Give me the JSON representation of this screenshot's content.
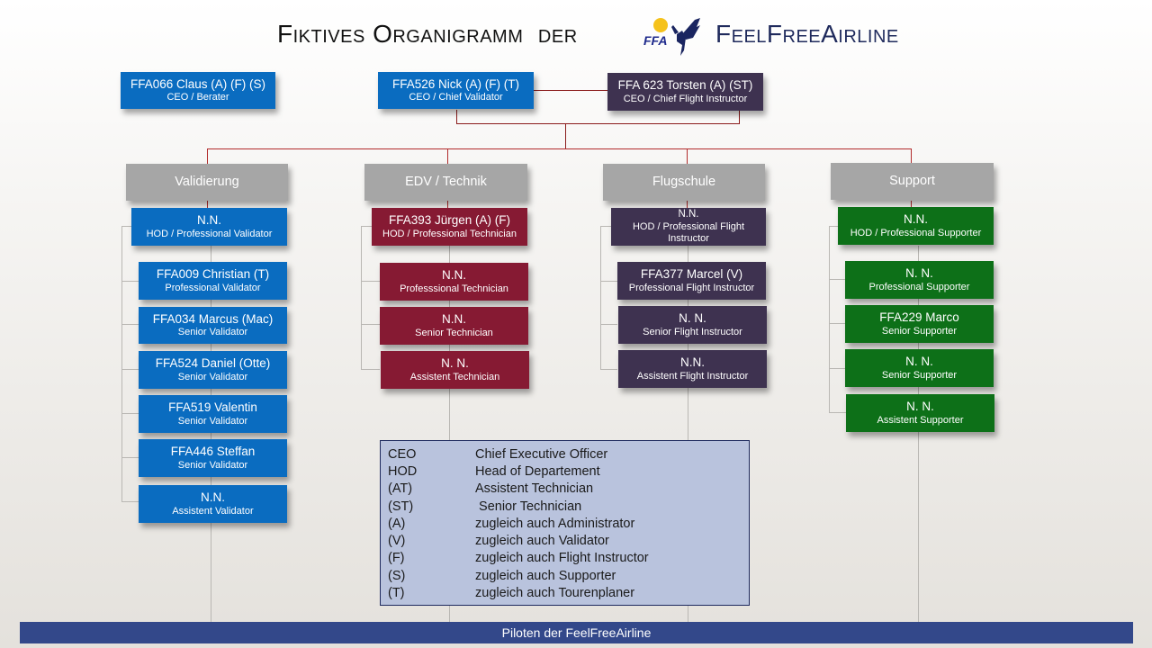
{
  "title": {
    "left": "Fiktives Organigramm  der",
    "right": "FeelFreeAirline",
    "logo_text": "FFA"
  },
  "top": [
    {
      "name": "FFA066 Claus (A) (F) (S)",
      "role": "CEO / Berater",
      "color": "#0a6cc0"
    },
    {
      "name": "FFA526 Nick (A) (F) (T)",
      "role": "CEO / Chief Validator",
      "color": "#0a6cc0"
    },
    {
      "name": "FFA 623 Torsten (A) (ST)",
      "role": "CEO / Chief Flight Instructor",
      "color": "#3e3250"
    }
  ],
  "departments": [
    {
      "label": "Validierung",
      "hod": {
        "name": "N.N.",
        "role": "HOD / Professional Validator"
      },
      "members": [
        {
          "name": "FFA009 Christian (T)",
          "role": "Professional Validator"
        },
        {
          "name": "FFA034 Marcus (Mac)",
          "role": "Senior Validator"
        },
        {
          "name": "FFA524 Daniel (Otte)",
          "role": "Senior Validator"
        },
        {
          "name": "FFA519 Valentin",
          "role": "Senior Validator"
        },
        {
          "name": "FFA446 Steffan",
          "role": "Senior Validator"
        },
        {
          "name": "N.N.",
          "role": "Assistent Validator"
        }
      ]
    },
    {
      "label": "EDV / Technik",
      "hod": {
        "name": "FFA393 Jürgen (A) (F)",
        "role": "HOD / Professional Technician"
      },
      "members": [
        {
          "name": "N.N.",
          "role": "Professsional Technician"
        },
        {
          "name": "N.N.",
          "role": "Senior Technician"
        },
        {
          "name": "N. N.",
          "role": "Assistent Technician"
        }
      ]
    },
    {
      "label": "Flugschule",
      "hod": {
        "name": "N.N.",
        "role": "HOD / Professional Flight Instructor"
      },
      "members": [
        {
          "name": "FFA377 Marcel (V)",
          "role": "Professional Flight Instructor"
        },
        {
          "name": "N. N.",
          "role": "Senior Flight Instructor"
        },
        {
          "name": "N.N.",
          "role": "Assistent Flight Instructor"
        }
      ]
    },
    {
      "label": "Support",
      "hod": {
        "name": "N.N.",
        "role": "HOD / Professional Supporter"
      },
      "members": [
        {
          "name": "N. N.",
          "role": "Professional Supporter"
        },
        {
          "name": "FFA229 Marco",
          "role": "Senior Supporter"
        },
        {
          "name": "N. N.",
          "role": "Senior Supporter"
        },
        {
          "name": "N. N.",
          "role": "Assistent Supporter"
        }
      ]
    }
  ],
  "legend": [
    {
      "abbr": "CEO",
      "desc": "Chief Executive Officer"
    },
    {
      "abbr": "HOD",
      "desc": "Head of Departement"
    },
    {
      "abbr": "(AT)",
      "desc": "Assistent Technician"
    },
    {
      "abbr": "(ST)",
      "desc": " Senior Technician"
    },
    {
      "abbr": "(A)",
      "desc": "zugleich auch Administrator"
    },
    {
      "abbr": "(V)",
      "desc": "zugleich auch Validator"
    },
    {
      "abbr": "(F)",
      "desc": "zugleich auch Flight Instructor"
    },
    {
      "abbr": "(S)",
      "desc": "zugleich auch Supporter"
    },
    {
      "abbr": "(T)",
      "desc": "zugleich auch Tourenplaner"
    }
  ],
  "footer": "Piloten der FeelFreeAirline",
  "colors": {
    "validierung": "#0a6cc0",
    "technik": "#861a33",
    "flugschule": "#3e3250",
    "support": "#0d7018",
    "dept_header": "#a6a6a6",
    "footer": "#33488a",
    "legend_bg": "#b9c3dd"
  }
}
